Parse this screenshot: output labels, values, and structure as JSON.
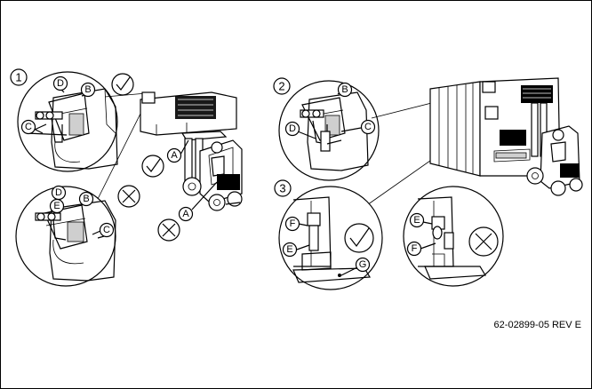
{
  "steps": [
    "1",
    "2",
    "3"
  ],
  "callouts": {
    "A": "A",
    "B": "B",
    "C": "C",
    "D": "D",
    "E": "E",
    "F": "F",
    "G": "G"
  },
  "marks": {
    "correct": "check-mark",
    "incorrect": "x-mark"
  },
  "doc_ref": "62-02899-05 REV E"
}
